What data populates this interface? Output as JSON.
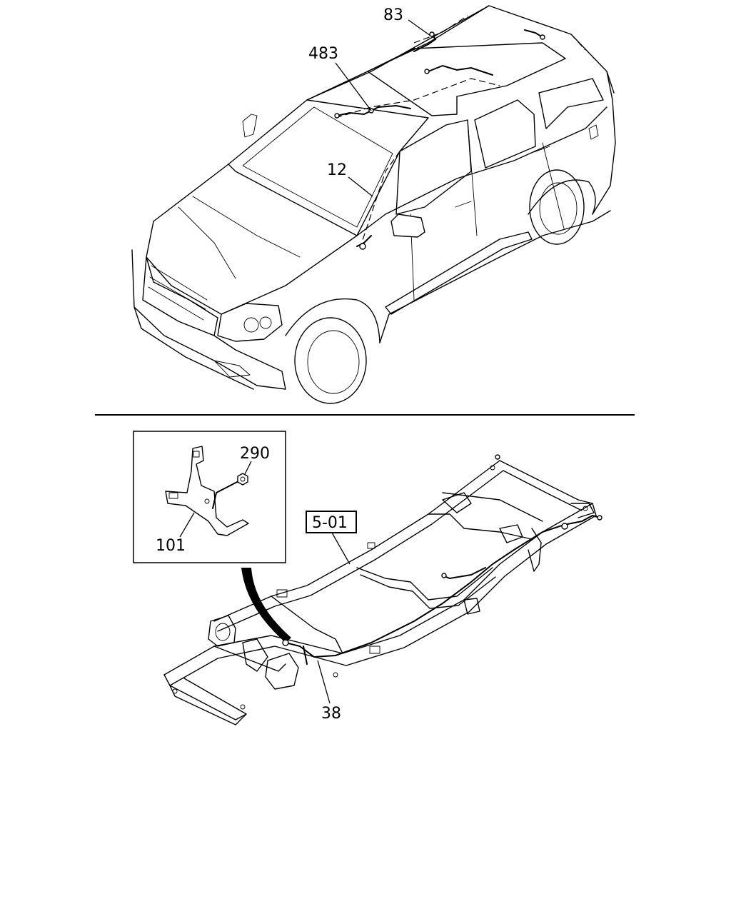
{
  "callouts": {
    "part_83": "83",
    "part_483": "483",
    "part_12": "12",
    "part_290": "290",
    "part_101": "101",
    "part_5_01": "5-01",
    "part_38": "38"
  }
}
